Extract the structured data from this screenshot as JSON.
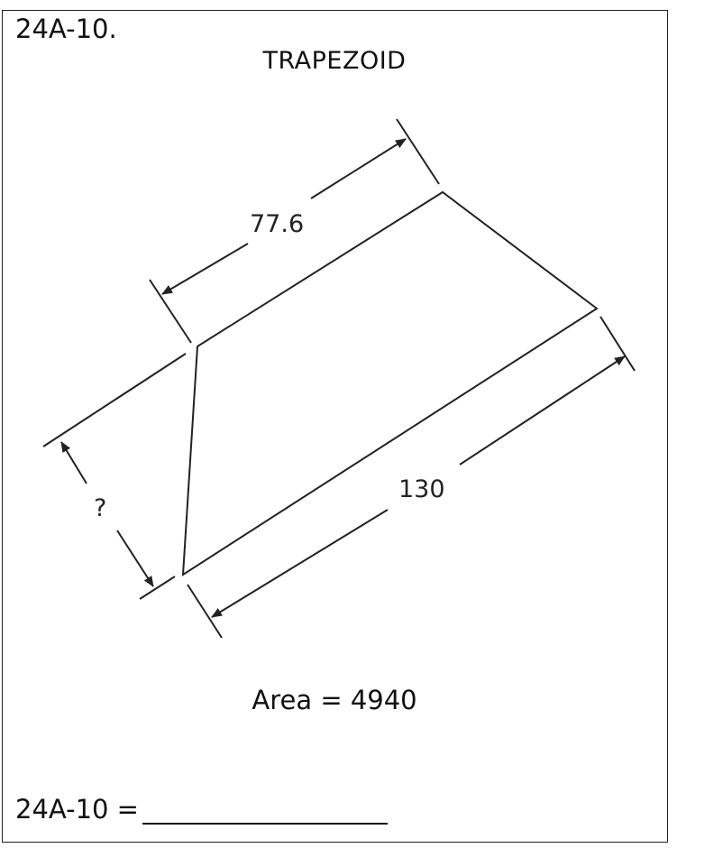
{
  "problem": {
    "id_label": "24A-10.",
    "shape_title": "TRAPEZOID",
    "area_text": "Area = 4940",
    "answer_prompt": "24A-10 ="
  },
  "dimensions": {
    "top_base": "77.6",
    "bottom_base": "130",
    "height_unknown": "?"
  },
  "colors": {
    "line": "#222222",
    "background": "#ffffff"
  }
}
